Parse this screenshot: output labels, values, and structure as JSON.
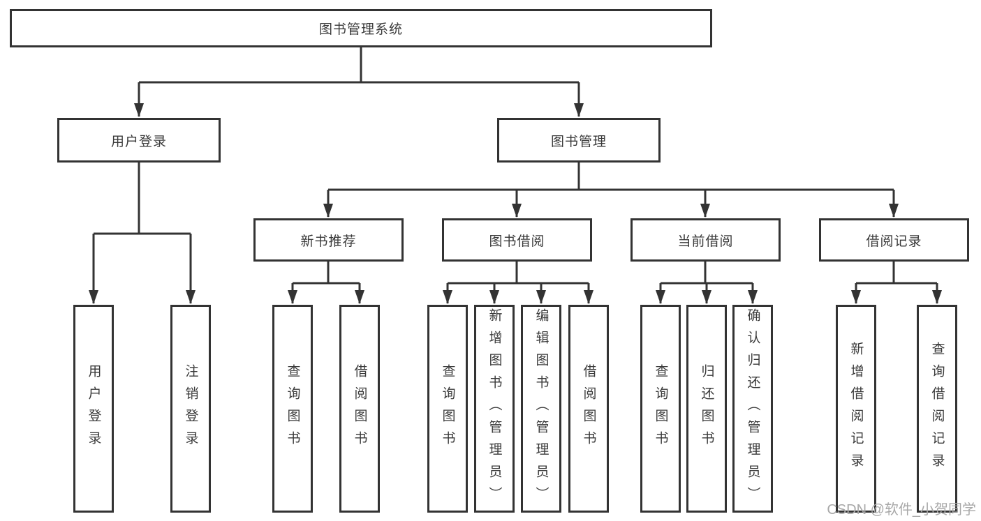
{
  "diagram_type": "hierarchy-tree",
  "colors": {
    "line": "#333333",
    "box_border": "#333333",
    "box_fill": "#ffffff",
    "text": "#3a3a3a",
    "watermark": "#a8a8a8",
    "background": "#ffffff"
  },
  "tree": {
    "label": "图书管理系统",
    "children": [
      {
        "label": "用户登录",
        "children": [
          {
            "label": "用户登录"
          },
          {
            "label": "注销登录"
          }
        ]
      },
      {
        "label": "图书管理",
        "children": [
          {
            "label": "新书推荐",
            "children": [
              {
                "label": "查询图书"
              },
              {
                "label": "借阅图书"
              }
            ]
          },
          {
            "label": "图书借阅",
            "children": [
              {
                "label": "查询图书"
              },
              {
                "label": "新增图书（管理员）"
              },
              {
                "label": "编辑图书（管理员）"
              },
              {
                "label": "借阅图书"
              }
            ]
          },
          {
            "label": "当前借阅",
            "children": [
              {
                "label": "查询图书"
              },
              {
                "label": "归还图书"
              },
              {
                "label": "确认归还（管理员）"
              }
            ]
          },
          {
            "label": "借阅记录",
            "children": [
              {
                "label": "新增借阅记录"
              },
              {
                "label": "查询借阅记录"
              }
            ]
          }
        ]
      }
    ]
  },
  "watermark": "CSDN @软件_小贺同学"
}
